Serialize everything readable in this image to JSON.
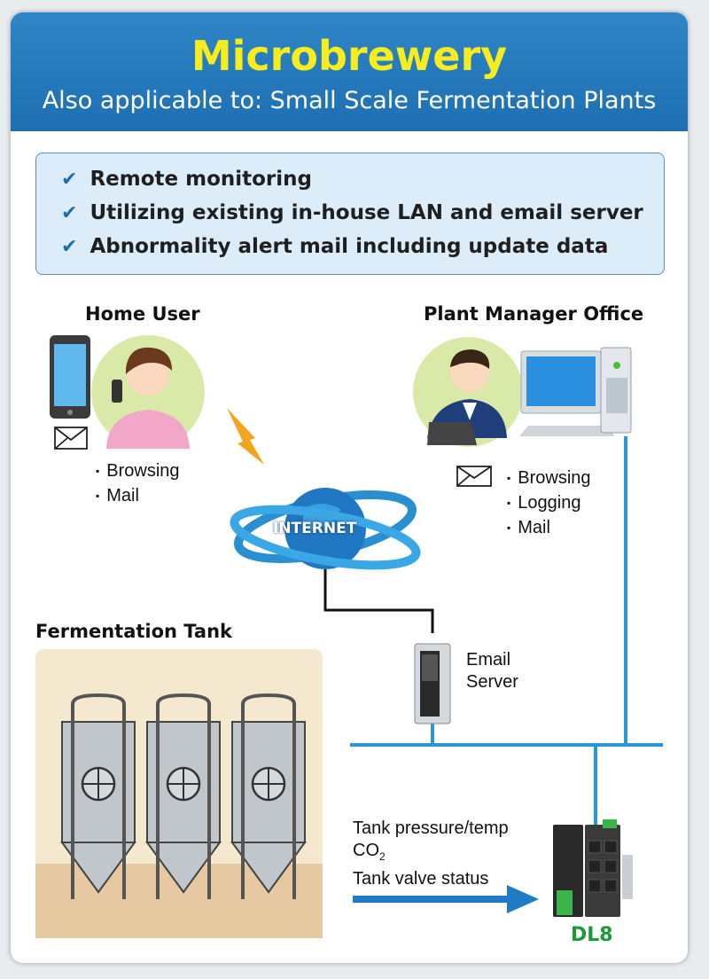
{
  "header": {
    "title": "Microbrewery",
    "subtitle": "Also applicable to: Small Scale Fermentation Plants"
  },
  "features": [
    "Remote monitoring",
    "Utilizing existing in-house LAN and email server",
    "Abnormality alert mail including update data"
  ],
  "home_user": {
    "title": "Home User",
    "items": [
      "Browsing",
      "Mail"
    ]
  },
  "plant_manager": {
    "title": "Plant Manager Office",
    "items": [
      "Browsing",
      "Logging",
      "Mail"
    ]
  },
  "internet": {
    "label": "INTERNET"
  },
  "email_server": {
    "line1": "Email",
    "line2": "Server"
  },
  "fermentation": {
    "title": "Fermentation Tank"
  },
  "signals": {
    "line1": "Tank pressure/temp",
    "line2_main": "CO",
    "line2_sub": "2",
    "line3": "Tank valve status"
  },
  "device": {
    "label": "DL8"
  },
  "colors": {
    "banner": "#1d6fb2",
    "title": "#f7ec1d",
    "network_line": "#2a97d6",
    "device_label": "#1a9a3a"
  }
}
